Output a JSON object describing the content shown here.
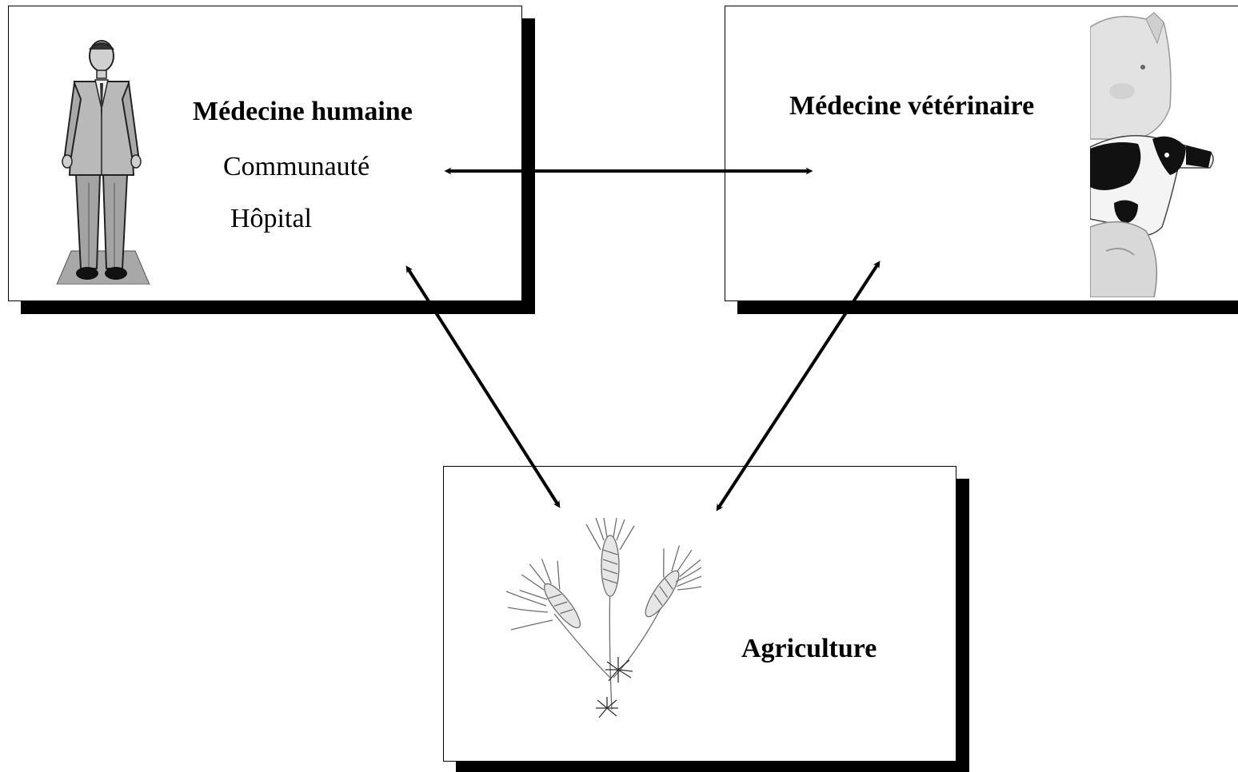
{
  "boxes": {
    "human": {
      "title": "Médecine humaine",
      "items": [
        "Communauté",
        "Hôpital"
      ]
    },
    "veterinary": {
      "title": "Médecine vétérinaire"
    },
    "agriculture": {
      "title": "Agriculture"
    }
  },
  "illustrations": {
    "human": "man-in-suit-icon",
    "veterinary": "farm-animals-icon",
    "agriculture": "wheat-icon"
  },
  "colors": {
    "line": "#000000",
    "background": "#ffffff"
  }
}
